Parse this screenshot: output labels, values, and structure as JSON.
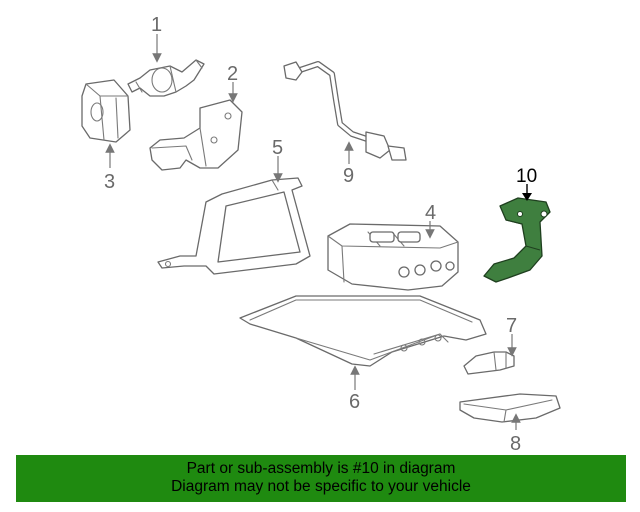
{
  "callouts": {
    "c1": "1",
    "c2": "2",
    "c3": "3",
    "c4": "4",
    "c5": "5",
    "c6": "6",
    "c7": "7",
    "c8": "8",
    "c9": "9",
    "c10": "10"
  },
  "highlighted_part": "10",
  "colors": {
    "highlight_fill": "#3f7f3f",
    "banner_bg": "#1f8a10",
    "line": "#6a6a6a"
  },
  "banner": {
    "line1": "Part or sub-assembly is #10 in diagram",
    "line2": "Diagram may not be specific to your vehicle"
  }
}
